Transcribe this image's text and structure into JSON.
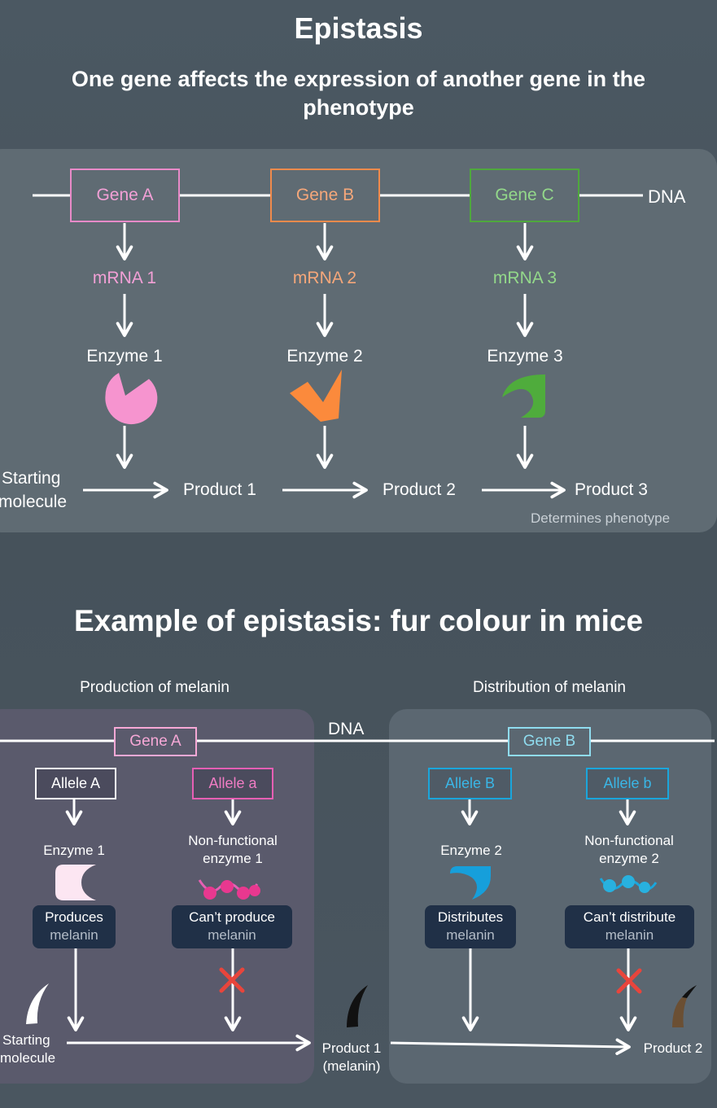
{
  "title": "Epistasis",
  "subtitle": "One gene affects the expression of another gene in the phenotype",
  "top": {
    "dna_label": "DNA",
    "genes": [
      {
        "label": "Gene A",
        "mrna": "mRNA 1",
        "enzyme": "Enzyme 1",
        "color": "#e88ac8",
        "light": "#f2a0d6"
      },
      {
        "label": "Gene B",
        "mrna": "mRNA 2",
        "enzyme": "Enzyme 2",
        "color": "#f08a4c",
        "light": "#f5a77a"
      },
      {
        "label": "Gene C",
        "mrna": "mRNA 3",
        "enzyme": "Enzyme 3",
        "color": "#4fa83d",
        "light": "#93d88a"
      }
    ],
    "starting_line1": "Starting",
    "starting_line2": "molecule",
    "products": [
      "Product 1",
      "Product 2",
      "Product 3"
    ],
    "phenotype_note": "Determines phenotype"
  },
  "example": {
    "title": "Example of epistasis: fur colour in mice",
    "left_heading": "Production of melanin",
    "right_heading": "Distribution of melanin",
    "dna_label": "DNA",
    "gene_a": "Gene A",
    "gene_b": "Gene B",
    "allele_A": "Allele A",
    "allele_a": "Allele a",
    "allele_B": "Allele B",
    "allele_b": "Allele b",
    "enzyme1": "Enzyme 1",
    "nonfunc1_line1": "Non-functional",
    "nonfunc1_line2": "enzyme 1",
    "enzyme2": "Enzyme 2",
    "nonfunc2_line1": "Non-functional",
    "nonfunc2_line2": "enzyme 2",
    "produces": "Produces",
    "cant_produce": "Can’t produce",
    "distributes": "Distributes",
    "cant_distribute": "Can’t distribute",
    "melanin": "melanin",
    "starting_line1": "Starting",
    "starting_line2": "molecule",
    "product1_line1": "Product 1",
    "product1_line2": "(melanin)",
    "product2": "Product 2",
    "colors": {
      "pink": "#e65fb4",
      "blue": "#1aa6dc",
      "light_blue": "#8fdcef",
      "light_pink": "#f6a8d6",
      "red": "#e8453c"
    }
  }
}
